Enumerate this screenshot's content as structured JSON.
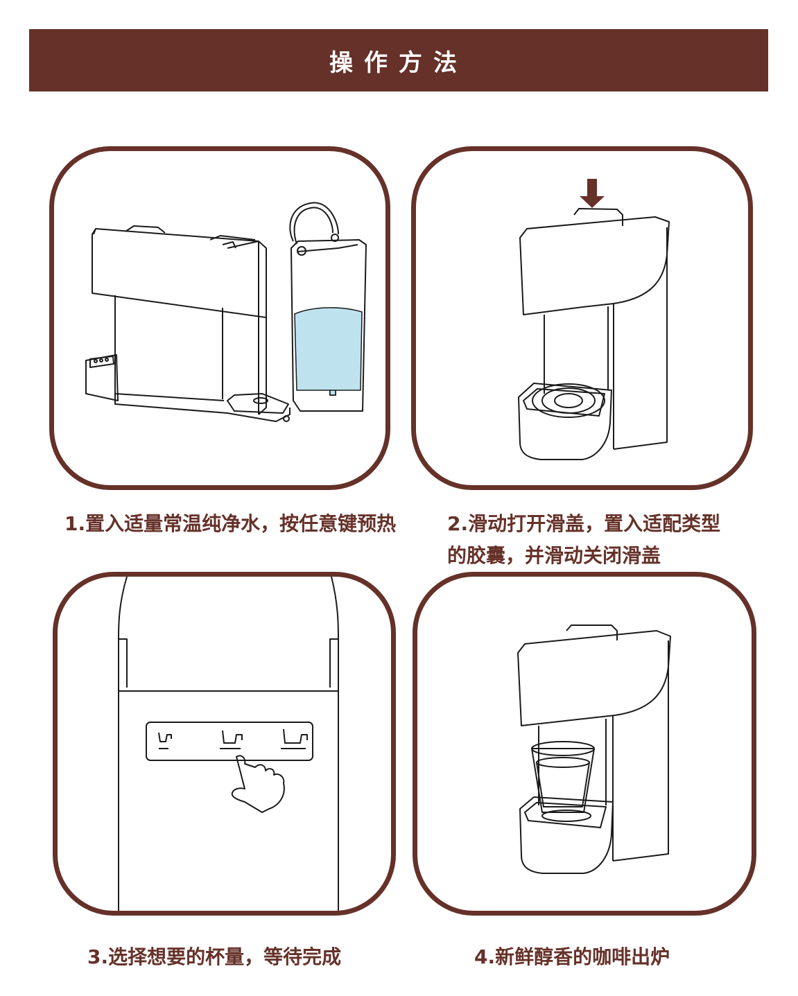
{
  "header": {
    "title": "操作方法"
  },
  "steps": [
    {
      "caption": "1.置入适量常温纯净水，按任意键预热"
    },
    {
      "caption_line1": "2.滑动打开滑盖，置入适配类型",
      "caption_line2": "的胶囊，并滑动关闭滑盖"
    },
    {
      "caption": "3.选择想要的杯量，等待完成"
    },
    {
      "caption": "4.新鲜醇香的咖啡出炉"
    }
  ],
  "colors": {
    "brand_brown": "#653129",
    "water_blue": "#bfe3ee",
    "line": "#1a1a1a"
  }
}
